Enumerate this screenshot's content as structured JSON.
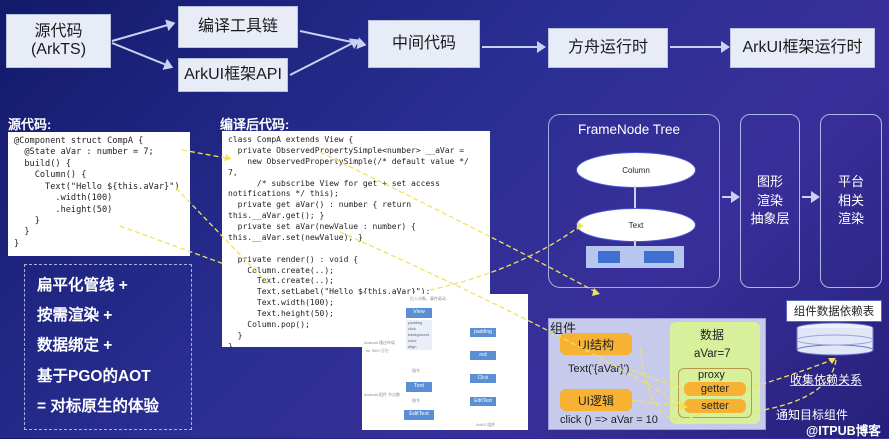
{
  "top_flow": {
    "source_code_box": "源代码\n(ArkTS)",
    "toolchain_box": "编译工具链",
    "arkui_api_box": "ArkUI框架API",
    "intermediate_box": "中间代码",
    "runtime_box": "方舟运行时",
    "arkui_runtime_box": "ArkUI框架运行时"
  },
  "source_section": {
    "title": "源代码:",
    "lines": [
      "@Component struct CompA {",
      "  @State aVar : number = 7;",
      "  build() {",
      "    Column() {",
      "      Text(\"Hello ${this.aVar}\")",
      "        .width(100)",
      "        .height(50)",
      "    }",
      "  }",
      "}"
    ]
  },
  "compiled_section": {
    "title": "编译后代码:",
    "lines": [
      "class CompA extends View {",
      "  private ObservedPropertySimple<number> __aVar =",
      "    new ObservedPropertySimple(/* default value */",
      "7,",
      "      /* subscribe View for get + set access",
      "notifications */ this);",
      "  private get aVar() : number { return",
      "this.__aVar.get(); }",
      "  private set aVar(newValue : number) {",
      "this.__aVar.set(newValue); }",
      "",
      "  private render() : void {",
      "    Column.create(..);",
      "      Text.create(..);",
      "      Text.setLabel(\"Hello ${this.aVar}\");",
      "      Text.width(100);",
      "      Text.height(50);",
      "    Column.pop();",
      "  }",
      "}"
    ]
  },
  "summary": {
    "items": [
      "扁平化管线 +",
      "按需渲染 +",
      "数据绑定 +",
      "基于PGO的AOT",
      "= 对标原生的体验"
    ]
  },
  "framenode": {
    "title": "FrameNode Tree",
    "column_node": "Column",
    "text_node": "Text"
  },
  "render_boxes": {
    "graphics_layer": "图形\n渲染\n抽象层",
    "platform_render": "平台\n相关\n渲染"
  },
  "component": {
    "label": "组件",
    "ui_structure": "UI结构",
    "text_expr": "Text('{aVar}')",
    "ui_logic": "UI逻辑",
    "click_expr": "click   () => aVar = 10",
    "data_label": "数据",
    "data_value": "aVar=7",
    "proxy": "proxy",
    "getter": "getter",
    "setter": "setter"
  },
  "dependency_table": {
    "title": "组件数据依赖表",
    "collect_label": "收集依赖关系",
    "notify_label": "通知目标组件"
  },
  "inset_diagram": {
    "header": "后入对象，事件驱动",
    "view": "View",
    "attrs": [
      "padding",
      "click",
      "background",
      "color",
      "align"
    ],
    "left_text": "Text",
    "left_edit": "EditText",
    "right_nodes": [
      "padding",
      "red",
      "Click",
      "EditText"
    ],
    "note_a": "Android 通过布局",
    "note_b": "for 300+万亿",
    "note_c": "Android 组件 节点数",
    "connector": "指令",
    "footer": "ArkUI 组件"
  },
  "watermark": "@ITPUB博客",
  "colors": {
    "background": "#1f257f",
    "box_fill": "#e7ecf7",
    "orange_tag": "#f7b234",
    "green_box": "#d8ef9b",
    "dashed_arrow": "#f0e35a"
  }
}
